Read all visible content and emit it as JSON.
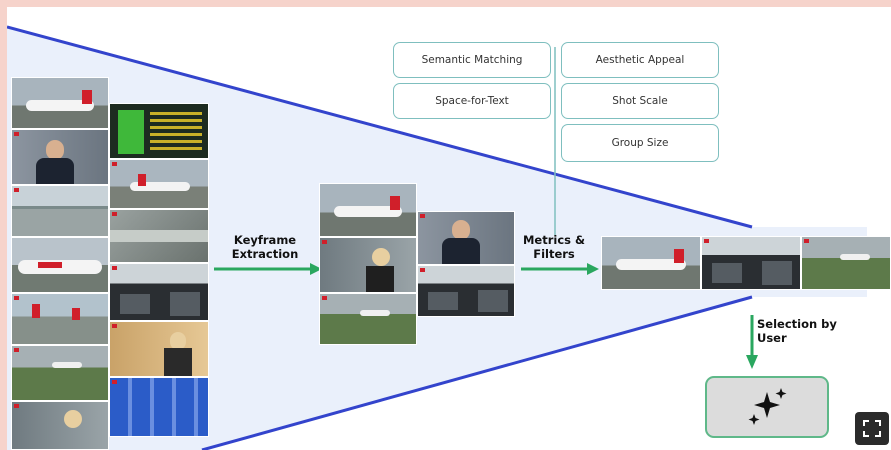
{
  "stages": {
    "keyframe_label": "Keyframe Extraction",
    "metrics_label": "Metrics & Filters",
    "selection_label": "Selection by User"
  },
  "metrics": {
    "left": [
      "Semantic Matching",
      "Space-for-Text"
    ],
    "right": [
      "Aesthetic Appeal",
      "Shot Scale",
      "Group Size"
    ]
  },
  "thumbnails": {
    "source_grid": [
      "airplane-runway",
      "departure-board",
      "reporter",
      "airplane-tail",
      "airport-hall",
      "jet-bridge",
      "swiss-plane",
      "cockpit",
      "airport-tails",
      "check-in-desk",
      "plane-takeoff",
      "blue-seats",
      "woman-phone",
      ""
    ],
    "keyframes": [
      "airplane-runway",
      "reporter",
      "woman-phone",
      "cockpit",
      "plane-takeoff"
    ],
    "selected": [
      "airplane-runway",
      "cockpit",
      "plane-takeoff"
    ]
  },
  "colors": {
    "funnel_line": "#3344cc",
    "funnel_fill": "#eaf0fb",
    "arrow_green": "#2aa75f",
    "metric_border": "#7fbfbf",
    "slide_background": "#f6d3cb"
  },
  "icons": {
    "sparkle": "sparkles-icon",
    "fullscreen": "fullscreen-icon"
  }
}
